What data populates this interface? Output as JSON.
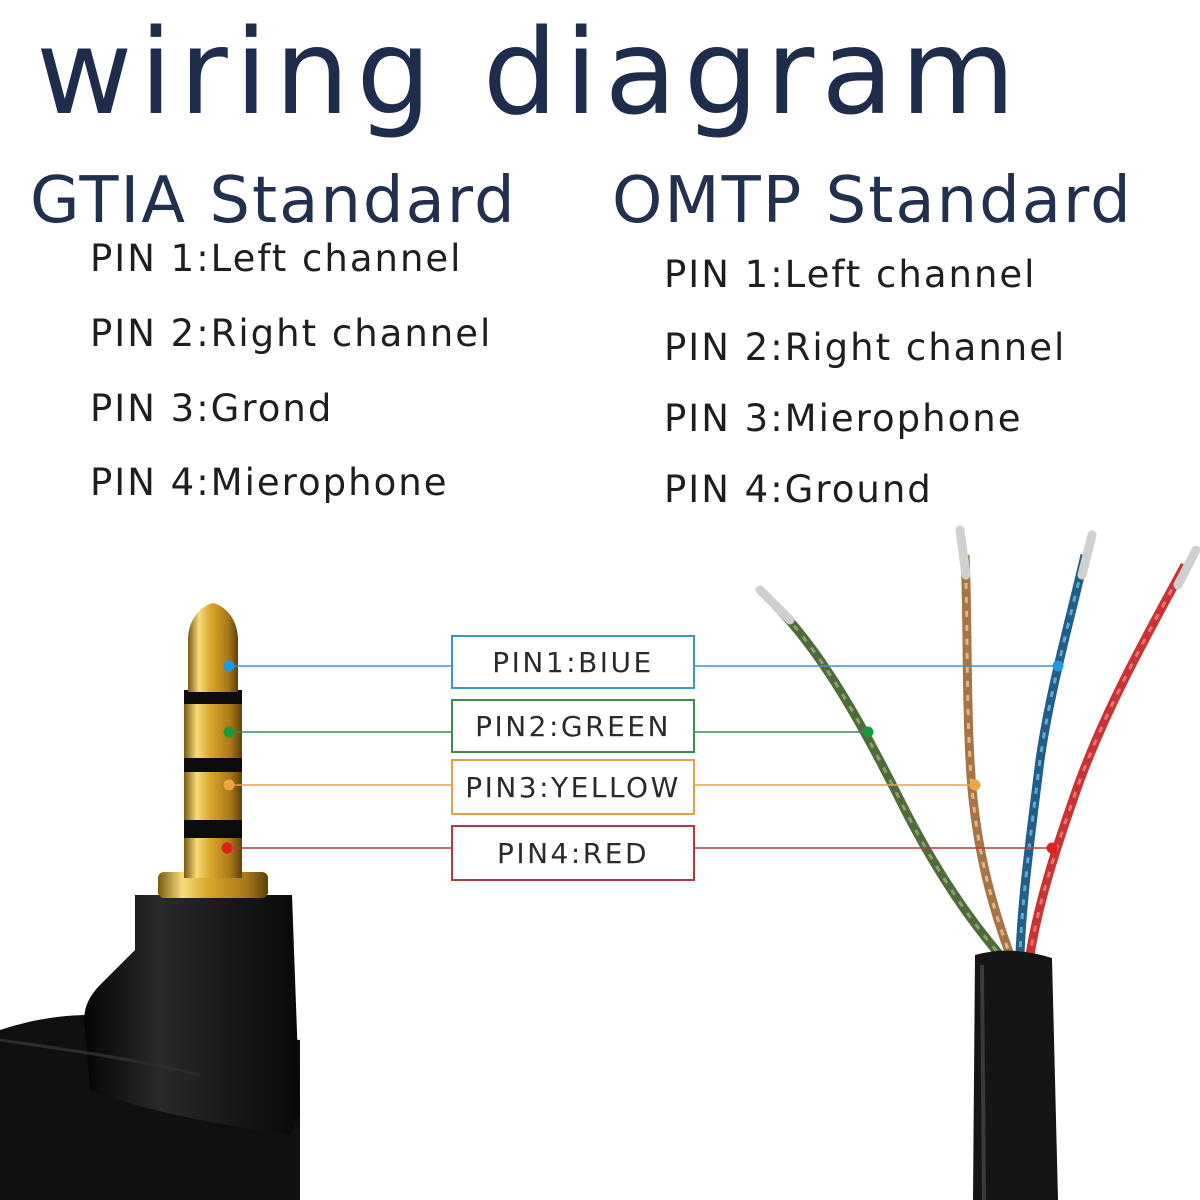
{
  "title": "wiring diagram",
  "gtia": {
    "heading": "GTIA Standard",
    "pins": [
      "PIN 1:Left channel",
      "PIN 2:Right channel",
      "PIN 3:Grond",
      "PIN 4:Mierophone"
    ]
  },
  "omtp": {
    "heading": "OMTP Standard",
    "pins": [
      "PIN 1:Left channel",
      "PIN 2:Right channel",
      "PIN 3:Mierophone",
      "PIN 4:Ground"
    ]
  },
  "connections": [
    {
      "label": "PIN1:BIUE",
      "color": "#3a95c9",
      "dot": "#1e9be0"
    },
    {
      "label": "PIN2:GREEN",
      "color": "#3f8a4f",
      "dot": "#1a9a3c"
    },
    {
      "label": "PIN3:YELLOW",
      "color": "#e2a24c",
      "dot": "#f0a544"
    },
    {
      "label": "PIN4:RED",
      "color": "#b33a3a",
      "dot": "#e0201c"
    }
  ],
  "colors": {
    "title": "#1f2d4c",
    "plug_gold": "#d9a82a",
    "plug_body": "#141414",
    "cable_jacket": "#151515"
  },
  "icons": [
    "trrs-audio-plug",
    "stripped-cable-wires"
  ]
}
